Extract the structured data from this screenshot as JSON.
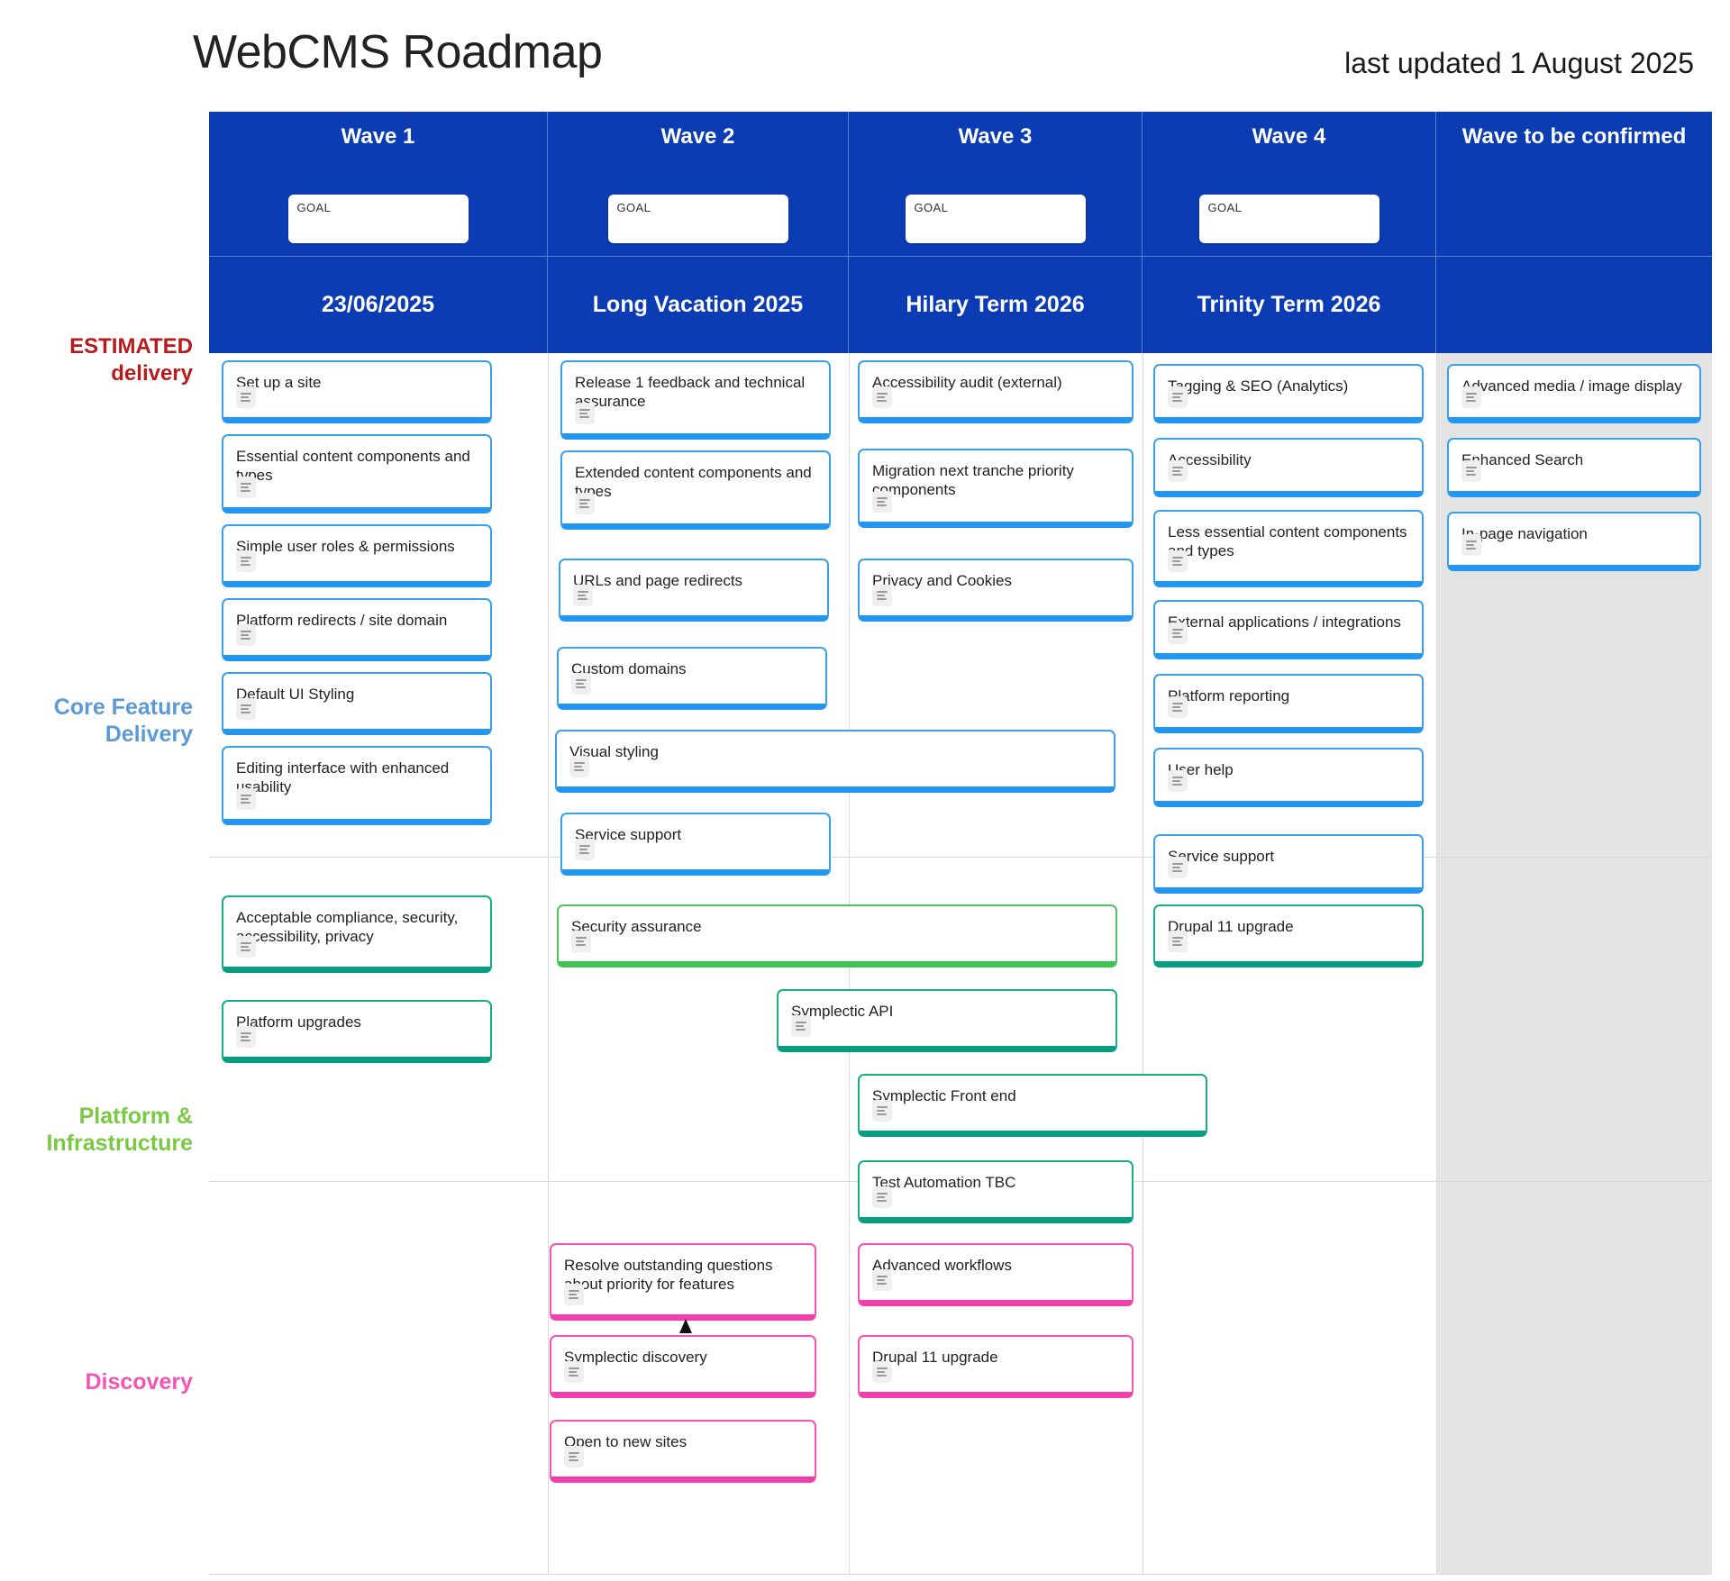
{
  "header": {
    "title": "WebCMS Roadmap",
    "last_updated": "last updated 1 August 2025"
  },
  "row_labels": {
    "estimated_line1": "ESTIMATED",
    "estimated_line2": "delivery",
    "core_line1": "Core Feature",
    "core_line2": "Delivery",
    "platform_line1": "Platform &",
    "platform_line2": "Infrastructure",
    "discovery": "Discovery"
  },
  "colors": {
    "header_blue": "#0c3cb4",
    "core_blue": "#2196f3",
    "platform_green": "#059e80",
    "platform_light_green": "#41c254",
    "discovery_pink": "#f33fae",
    "estimated_red": "#b81b1b",
    "tbc_grey": "#e4e4e4"
  },
  "columns": [
    {
      "title": "Wave 1",
      "goal_label": "GOAL",
      "has_goal": true,
      "term": "23/06/2025"
    },
    {
      "title": "Wave 2",
      "goal_label": "GOAL",
      "has_goal": true,
      "term": "Long Vacation 2025"
    },
    {
      "title": "Wave 3",
      "goal_label": "GOAL",
      "has_goal": true,
      "term": "Hilary Term 2026"
    },
    {
      "title": "Wave 4",
      "goal_label": "GOAL",
      "has_goal": true,
      "term": "Trinity Term 2026"
    },
    {
      "title": "Wave to be confirmed",
      "goal_label": "",
      "has_goal": false,
      "term": ""
    }
  ],
  "cards": {
    "core": [
      {
        "label": "Set up a site"
      },
      {
        "label": "Essential content components and types"
      },
      {
        "label": "Simple user roles & permissions"
      },
      {
        "label": "Platform redirects / site domain"
      },
      {
        "label": "Default UI Styling"
      },
      {
        "label": "Editing interface with enhanced usability"
      },
      {
        "label": "Release 1 feedback and technical assurance"
      },
      {
        "label": "Extended content components and types"
      },
      {
        "label": "URLs and page redirects"
      },
      {
        "label": "Custom domains"
      },
      {
        "label": "Visual styling"
      },
      {
        "label": "Service support"
      },
      {
        "label": "Accessibility audit (external)"
      },
      {
        "label": "Migration next tranche priority components"
      },
      {
        "label": "Privacy and Cookies"
      },
      {
        "label": "Tagging & SEO (Analytics)"
      },
      {
        "label": "Accessibility"
      },
      {
        "label": "Less essential content components and types"
      },
      {
        "label": "External applications / integrations"
      },
      {
        "label": "Platform reporting"
      },
      {
        "label": "User help"
      },
      {
        "label": "Service support"
      },
      {
        "label": "Advanced media / image display"
      },
      {
        "label": "Enhanced Search"
      },
      {
        "label": "In-page navigation"
      }
    ],
    "platform": [
      {
        "label": "Acceptable compliance, security, accessibility, privacy"
      },
      {
        "label": "Platform upgrades"
      },
      {
        "label": "Security assurance"
      },
      {
        "label": "Symplectic API"
      },
      {
        "label": "Symplectic Front end"
      },
      {
        "label": "Test Automation TBC"
      },
      {
        "label": "Drupal 11 upgrade"
      }
    ],
    "discovery": [
      {
        "label": "Resolve outstanding questions about priority for features"
      },
      {
        "label": "Symplectic discovery"
      },
      {
        "label": "Open to new sites"
      },
      {
        "label": "Advanced workflows"
      },
      {
        "label": "Drupal 11 upgrade"
      }
    ]
  },
  "icons": {
    "note": "description-icon"
  }
}
